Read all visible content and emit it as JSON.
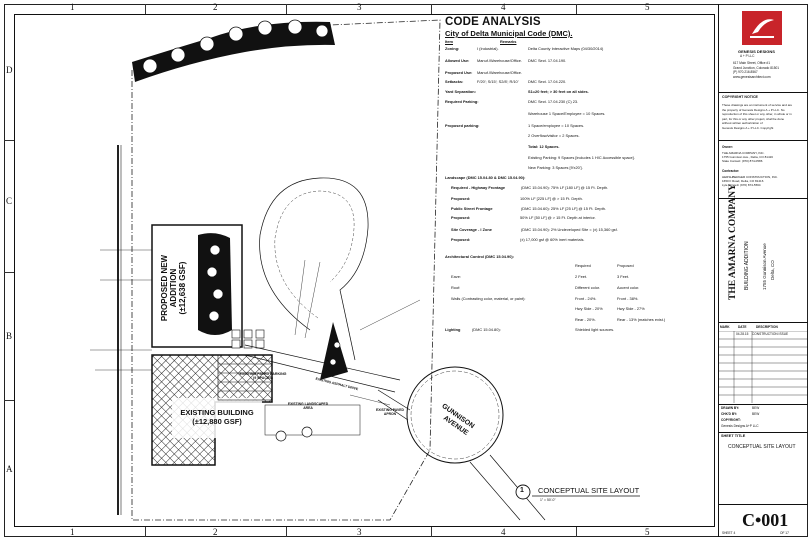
{
  "grid": {
    "columns": [
      "1",
      "2",
      "3",
      "4",
      "5"
    ],
    "rows": [
      "D",
      "C",
      "B",
      "A"
    ]
  },
  "code_analysis": {
    "title": "CODE ANALYSIS",
    "subtitle": "City of Delta Municipal Code (DMC).",
    "header_item": "Item",
    "header_remarks": "Remarks",
    "rows": [
      {
        "label": "Zoning:",
        "value": "I (Industrial).",
        "remark": "Delta County Interactive Maps (04/30/2014)"
      },
      {
        "label": "Allowed Use:",
        "value": "Manuf./Warehouse/Office.",
        "remark": "DMC Sect. 17.04.190."
      },
      {
        "label": "Proposed Use:",
        "value": "Manuf./Warehouse/Office.",
        "remark": ""
      },
      {
        "label": "Setbacks:",
        "value": "F/20'; S/15'; S2/8'; R/10'",
        "remark": "DMC Sect. 17.04.220."
      },
      {
        "label": "Yard Separation:",
        "value": "",
        "remark": "S1=20 feet; > 30 feet on all sides."
      },
      {
        "label": "Required Parking:",
        "value": "",
        "remark": "DMC Sect. 17.04.230 (C) 23."
      },
      {
        "label": "",
        "value": "",
        "remark": "Warehouse 1 Space/Employee = 10 Spaces."
      },
      {
        "label": "Proposed parking:",
        "value": "",
        "remark": "1 Space/employee = 10 Spaces."
      },
      {
        "label": "",
        "value": "",
        "remark": "2 Overflow/visitor = 2 Spaces."
      },
      {
        "label": "",
        "value": "",
        "remark": "Total: 12 Spaces."
      },
      {
        "label": "",
        "value": "",
        "remark": "Existing Parking: 9 Spaces [includes 1 H/C Accessible space]."
      },
      {
        "label": "",
        "value": "",
        "remark": "New Parking: 3 Spaces [9'x20']."
      }
    ],
    "landscape": {
      "label": "Landscape (DMC 15.04.80 & DMC 15.04.90):",
      "lines": [
        {
          "label": "Required - Highway Frontage",
          "remark": "(DMC 15.04.90): 75% LF [180 LF] @ 15 Ft. Depth."
        },
        {
          "label": "Proposed:",
          "remark": "100% LF [225 LF] @ > 15 Ft. Depth."
        },
        {
          "label": "Public Street Frontage",
          "remark": "(DMC 15.04.60): 25% LF [25 LF] @ 15 Ft. Depth."
        },
        {
          "label": "Proposed:",
          "remark": "50% LF [50 LF] @ > 15 Ft. Depth at interior."
        },
        {
          "label": "Site Coverage - I Zone",
          "remark": "(DMC 15.04.90): 2% Undeveloped Site = (±) 15,360 gsf."
        },
        {
          "label": "Proposed:",
          "remark": "(±) 17,000 gsf @ 60% inert materials."
        }
      ]
    },
    "architectural": {
      "label": "Architectural Control (DMC 15.04.90):",
      "col_required": "Required",
      "col_proposed": "Proposed",
      "rows": [
        {
          "label": "Eave:",
          "required": "2 Feet.",
          "proposed": "3 Feet."
        },
        {
          "label": "Roof:",
          "required": "Different color.",
          "proposed": "Accent color."
        },
        {
          "label": "Walls (Contrasting color, material, or paint):",
          "required": "Front - 24%.",
          "proposed": "Front - 38%."
        },
        {
          "label": "",
          "required": "Hwy Side - 20%",
          "proposed": "Hwy Side - 27%"
        },
        {
          "label": "",
          "required": "Rear - 20%.",
          "proposed": "Rear - 13% (matches exist.)"
        }
      ]
    },
    "lighting": {
      "label": "Lighting",
      "value": "(DMC 15.04.80):",
      "remark": "Shielded light sources."
    }
  },
  "site_plan": {
    "addition_label": "PROPOSED NEW ADDITION",
    "addition_area": "(±12,638 GSF)",
    "existing_label": "EXISTING BUILDING",
    "existing_area": "(±12,880 GSF)",
    "parking_label": "EXISTING PAVED PARKING",
    "parking_spaces": "(9 SPACES)",
    "landscape_label": "EXISTING LANDSCAPED AREA",
    "apron_label": "EXISTING PAVED APRON",
    "drive_label": "EXISTING ASPHALT DRIVE",
    "street_label_1": "GUNNISON",
    "street_label_2": "AVENUE",
    "drawing_number": "1",
    "drawing_title": "CONCEPTUAL SITE LAYOUT",
    "drawing_scale": "1\" = 50'-0\""
  },
  "title_block": {
    "firm": "GENESIS DESIGNS",
    "firm_sub": "A + P LLC",
    "address_lines": [
      "617 Main Street, Office #1",
      "Grand Junction, Colorado 81501",
      "(P) 970.216.8567",
      "www.genesisarchitect.com"
    ],
    "copyright_header": "COPYRIGHT NOTICE",
    "copyright_lines": [
      "These drawings are an instrument of service and are",
      "the property of Genesis Designs A + P LLC. No",
      "reproduction of this sheet or any other, in whole or in",
      "part, for this or any other project, shall be done",
      "without written authorization of",
      "Genesis Designs A + P LLC. Copyright"
    ],
    "owner_label": "Owner:",
    "owner_lines": [
      "THE AMARNA COMPANY, INC.",
      "1755 Gunnison Ave., Delta, CO 81416",
      "State Contact: (970) 874-0586"
    ],
    "contractor_label": "Contractor:",
    "contractor_lines": [
      "HERSHBERGER CONSTRUCTION, INC.",
      "1650 F Road, Delta, CO 81416",
      "Lyle Wingett: (970) 874-5564"
    ],
    "project_name": "THE AMARNA COMPANY",
    "project_sub": "BUILDING ADDITION",
    "project_addr": "1755 Gunnison Avenue",
    "project_city": "Delta, CO",
    "rev_mark": "MARK",
    "rev_date": "DATE",
    "rev_desc": "DESCRIPTION",
    "rev1_date": "04.28.15",
    "rev1_desc": "CONSTRUCTION ISSUE",
    "drawn_by_label": "DRAWN BY:",
    "drawn_by": "BEW",
    "chkd_by_label": "CHK'D BY:",
    "chkd_by": "BEW",
    "copyright_label": "COPYRIGHT:",
    "copyright_value": "Genesis Designs A+P LLC",
    "sheet_title_label": "SHEET TITLE",
    "sheet_title": "CONCEPTUAL SITE LAYOUT",
    "sheet_number": "C•001",
    "sheet_label": "SHEET 4",
    "of_label": "OF 17"
  }
}
